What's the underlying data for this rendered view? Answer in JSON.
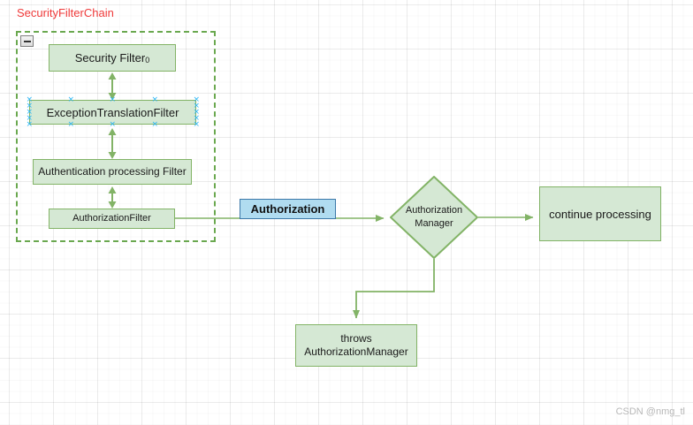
{
  "diagram": {
    "title": "SecurityFilterChain",
    "title_color": "#ef3a3a",
    "watermark": "CSDN @nmg_tl",
    "collapse_icon": "minus-icon",
    "colors": {
      "node_fill": "#d5e8d4",
      "node_stroke": "#82b366",
      "group_stroke": "#6aa84f",
      "label_fill": "#b0dcf0",
      "label_stroke": "#3c78a8",
      "handle": "#29b6f6",
      "connector": "#82b366"
    }
  },
  "group": {
    "name": "SecurityFilterChain",
    "collapsed": false,
    "nodes": [
      {
        "id": "security-filter",
        "label": "Security Filter",
        "subscript": "0"
      },
      {
        "id": "exception-filter",
        "label": "ExceptionTranslationFilter",
        "selected": true
      },
      {
        "id": "auth-processing",
        "label": "Authentication processing Filter"
      },
      {
        "id": "authorization-filter",
        "label": "AuthorizationFilter"
      }
    ]
  },
  "flow": {
    "label_authorization": "Authorization",
    "decision": {
      "line1": "Authorization",
      "line2": "Manager"
    },
    "continue_node": "continue processing",
    "throws_node": {
      "line1": "throws",
      "line2": "AuthorizationManager"
    }
  }
}
